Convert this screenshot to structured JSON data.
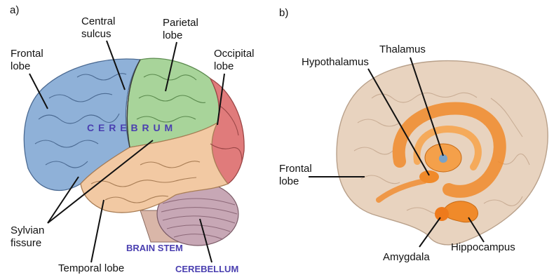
{
  "panels": {
    "a": {
      "tag": "a)",
      "labels": {
        "frontal_lobe": "Frontal\nlobe",
        "central_sulcus": "Central\nsulcus",
        "parietal_lobe": "Parietal\nlobe",
        "occipital_lobe": "Occipital\nlobe",
        "sylvian_fissure": "Sylvian\nfissure",
        "temporal_lobe": "Temporal lobe",
        "cerebrum": "C E R E B R U M",
        "brain_stem": "BRAIN STEM",
        "cerebellum": "CEREBELLUM"
      },
      "colors": {
        "frontal": "#8fb1d8",
        "parietal": "#a8d49a",
        "occipital": "#e07b7b",
        "temporal": "#f2c9a3",
        "cerebellum": "#c7a7b5",
        "caption": "#4a3fb0"
      }
    },
    "b": {
      "tag": "b)",
      "labels": {
        "thalamus": "Thalamus",
        "hypothalamus": "Hypothalamus",
        "frontal_lobe": "Frontal\nlobe",
        "amygdala": "Amygdala",
        "hippocampus": "Hippocampus"
      },
      "colors": {
        "brain": "#e8d3bf",
        "limbic": "#f08a2a"
      }
    }
  }
}
